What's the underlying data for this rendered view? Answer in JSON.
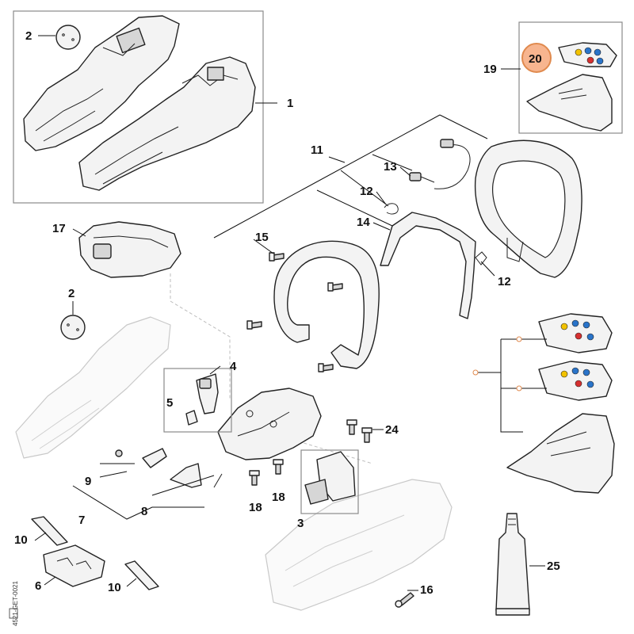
{
  "diagram": {
    "highlight_color": "#f7b58f",
    "highlight_stroke": "#e08a4e",
    "labels": {
      "p1": "1",
      "p2a": "2",
      "p2b": "2",
      "p3": "3",
      "p4": "4",
      "p5": "5",
      "p6": "6",
      "p7": "7",
      "p8": "8",
      "p9": "9",
      "p10a": "10",
      "p10b": "10",
      "p11": "11",
      "p12a": "12",
      "p12b": "12",
      "p13": "13",
      "p14": "14",
      "p15": "15",
      "p16": "16",
      "p17": "17",
      "p18a": "18",
      "p18b": "18",
      "p19": "19",
      "p20": "20",
      "p24": "24",
      "p25": "25"
    },
    "reference": "4521-GET-0021"
  }
}
